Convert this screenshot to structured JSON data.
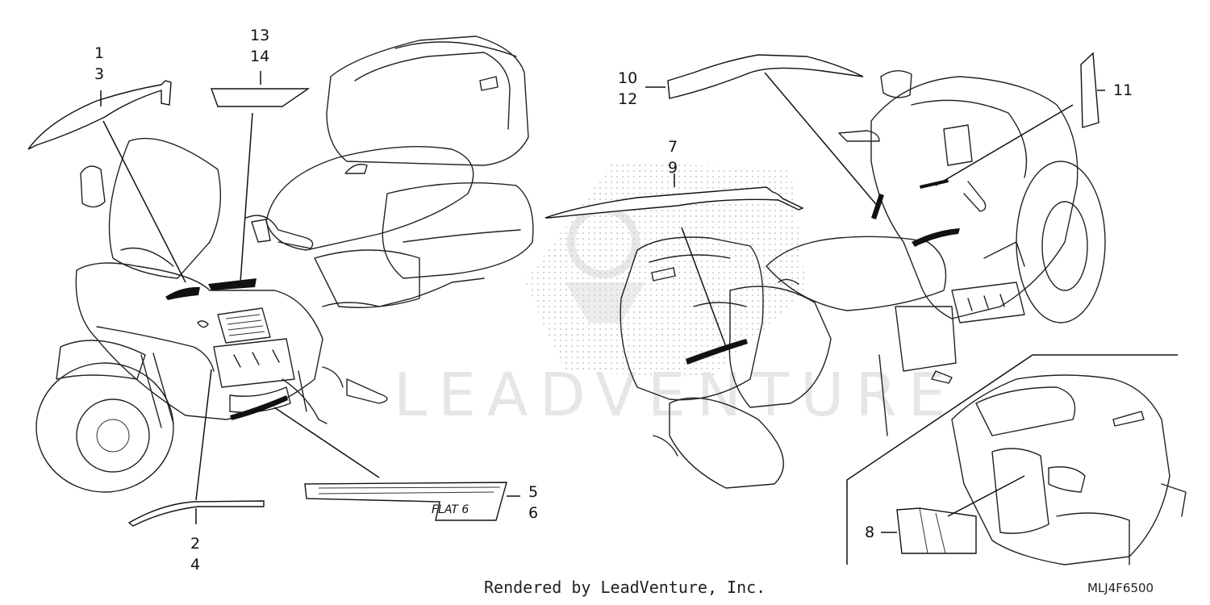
{
  "callouts": {
    "c1": "1",
    "c3": "3",
    "c13": "13",
    "c14": "14",
    "c10": "10",
    "c12": "12",
    "c11": "11",
    "c7": "7",
    "c9": "9",
    "c5": "5",
    "c6": "6",
    "c2": "2",
    "c4": "4",
    "c8": "8"
  },
  "decal_text": "FLAT 6",
  "watermark": "LEADVENTURE",
  "footer": "Rendered by LeadVenture, Inc.",
  "diagram_code": "MLJ4F6500"
}
